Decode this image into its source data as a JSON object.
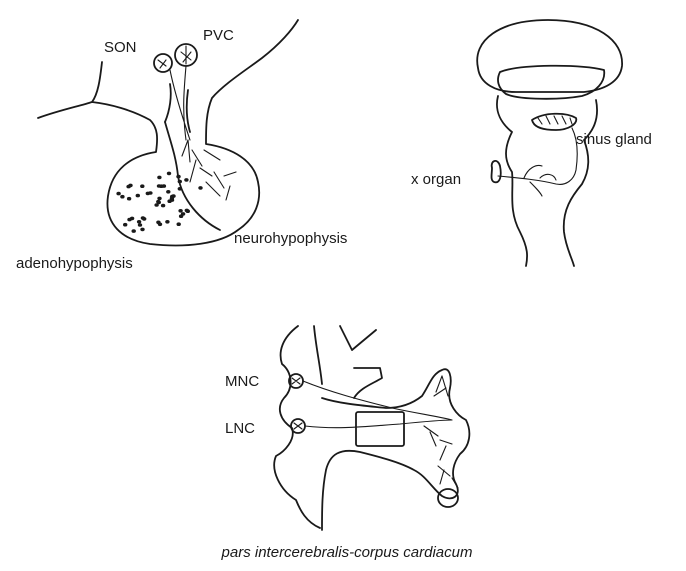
{
  "panels": {
    "vertebrate": {
      "labels": {
        "son": "SON",
        "pvc": "PVC",
        "adenohypophysis": "adenohypophysis",
        "neurohypophysis": "neurohypophysis"
      }
    },
    "crustacean": {
      "labels": {
        "sinus_gland": "sinus gland",
        "x_organ": "x organ"
      }
    },
    "insect": {
      "labels": {
        "mnc": "MNC",
        "lnc": "LNC"
      },
      "caption": "pars intercerebralis-corpus cardiacum"
    }
  }
}
